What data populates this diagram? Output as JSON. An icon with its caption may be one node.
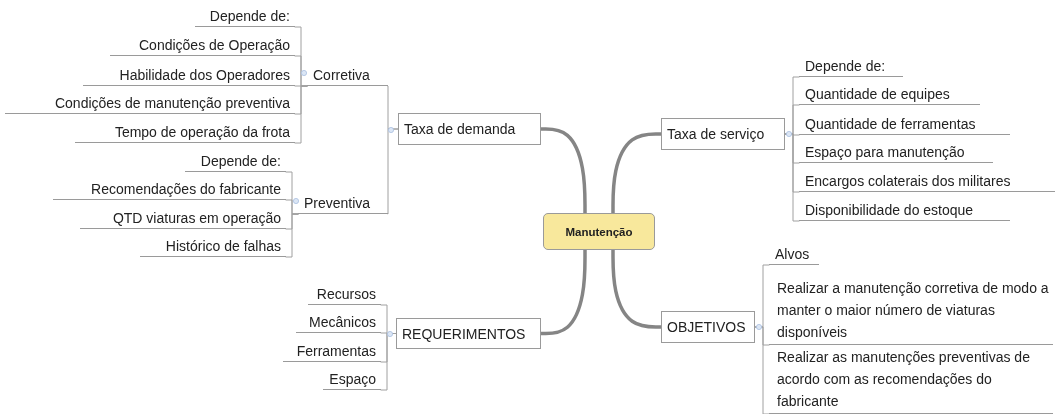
{
  "diagram": {
    "nodes": [
      {
        "text": [
          "Manutenção"
        ]
      },
      {
        "text": [
          "Taxa de demanda"
        ]
      },
      {
        "text": [
          "Corretiva"
        ]
      },
      {
        "text": [
          "Depende de:"
        ]
      },
      {
        "text": [
          "Condições de Operação"
        ]
      },
      {
        "text": [
          "Habilidade dos Operadores"
        ]
      },
      {
        "text": [
          "Condições de manutenção preventiva"
        ]
      },
      {
        "text": [
          "Tempo de operação da frota"
        ]
      },
      {
        "text": [
          "Preventiva"
        ]
      },
      {
        "text": [
          "Depende de:"
        ]
      },
      {
        "text": [
          "Recomendações do fabricante"
        ]
      },
      {
        "text": [
          "QTD viaturas em operação"
        ]
      },
      {
        "text": [
          "Histórico de falhas"
        ]
      },
      {
        "text": [
          "REQUERIMENTOS"
        ]
      },
      {
        "text": [
          "Recursos"
        ]
      },
      {
        "text": [
          "Mecânicos"
        ]
      },
      {
        "text": [
          "Ferramentas"
        ]
      },
      {
        "text": [
          "Espaço"
        ]
      },
      {
        "text": [
          "Taxa de serviço"
        ]
      },
      {
        "text": [
          "Depende de:"
        ]
      },
      {
        "text": [
          "Quantidade de equipes"
        ]
      },
      {
        "text": [
          "Quantidade de ferramentas"
        ]
      },
      {
        "text": [
          "Espaço para manutenção"
        ]
      },
      {
        "text": [
          "Encargos colaterais dos militares"
        ]
      },
      {
        "text": [
          "Disponibilidade do estoque"
        ]
      },
      {
        "text": [
          "OBJETIVOS"
        ]
      },
      {
        "text": [
          "Alvos"
        ]
      },
      {
        "text": [
          "Realizar a manutenção corretiva de modo a manter o maior número de viaturas disponíveis"
        ]
      },
      {
        "text": [
          "Realizar as manutenções preventivas de acordo com as recomendações do fabricante"
        ]
      }
    ],
    "edges": [
      {
        "from": 0,
        "to": 1,
        "arrow": "none",
        "style": "thick"
      },
      {
        "from": 0,
        "to": 13,
        "arrow": "none",
        "style": "thick"
      },
      {
        "from": 0,
        "to": 18,
        "arrow": "none",
        "style": "thick"
      },
      {
        "from": 0,
        "to": 25,
        "arrow": "none",
        "style": "thick"
      },
      {
        "from": 1,
        "to": 2,
        "arrow": "none"
      },
      {
        "from": 1,
        "to": 8,
        "arrow": "none"
      },
      {
        "from": 2,
        "to": 3,
        "arrow": "none"
      },
      {
        "from": 2,
        "to": 4,
        "arrow": "none"
      },
      {
        "from": 2,
        "to": 5,
        "arrow": "none"
      },
      {
        "from": 2,
        "to": 6,
        "arrow": "none"
      },
      {
        "from": 2,
        "to": 7,
        "arrow": "none"
      },
      {
        "from": 8,
        "to": 9,
        "arrow": "none"
      },
      {
        "from": 8,
        "to": 10,
        "arrow": "none"
      },
      {
        "from": 8,
        "to": 11,
        "arrow": "none"
      },
      {
        "from": 8,
        "to": 12,
        "arrow": "none"
      },
      {
        "from": 13,
        "to": 14,
        "arrow": "none"
      },
      {
        "from": 13,
        "to": 15,
        "arrow": "none"
      },
      {
        "from": 13,
        "to": 16,
        "arrow": "none"
      },
      {
        "from": 13,
        "to": 17,
        "arrow": "none"
      },
      {
        "from": 18,
        "to": 19,
        "arrow": "none"
      },
      {
        "from": 18,
        "to": 20,
        "arrow": "none"
      },
      {
        "from": 18,
        "to": 21,
        "arrow": "none"
      },
      {
        "from": 18,
        "to": 22,
        "arrow": "none"
      },
      {
        "from": 18,
        "to": 23,
        "arrow": "none"
      },
      {
        "from": 18,
        "to": 24,
        "arrow": "none"
      },
      {
        "from": 25,
        "to": 26,
        "arrow": "none"
      },
      {
        "from": 25,
        "to": 27,
        "arrow": "none"
      },
      {
        "from": 25,
        "to": 28,
        "arrow": "none"
      }
    ]
  }
}
